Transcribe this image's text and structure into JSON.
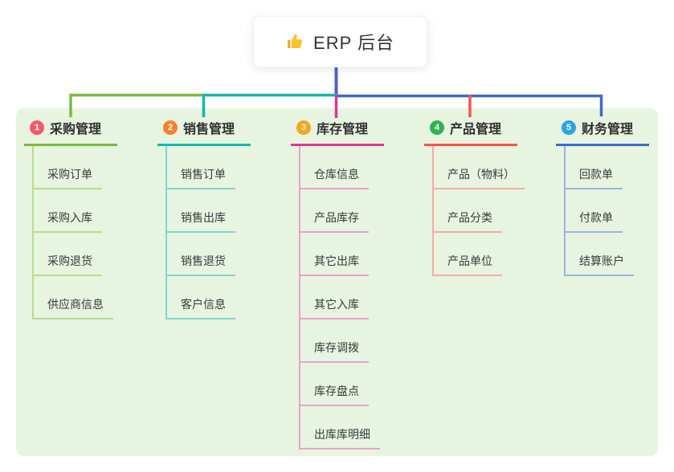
{
  "root": {
    "label": "ERP 后台",
    "icon": "thumbs-up-icon"
  },
  "colors": {
    "trunk": "#4d61cf",
    "container_bg": "#e6f4e0",
    "canvas_bg": "#ffffff",
    "text": "#333333"
  },
  "branches": [
    {
      "index": "1",
      "label": "采购管理",
      "badge_color": "#f4596b",
      "color": "#7cbb3f",
      "light_color": "#b9dc8c",
      "children": [
        "采购订单",
        "采购入库",
        "采购退货",
        "供应商信息"
      ]
    },
    {
      "index": "2",
      "label": "销售管理",
      "badge_color": "#f5812f",
      "color": "#14b8ab",
      "light_color": "#83d6cd",
      "children": [
        "销售订单",
        "销售出库",
        "销售退货",
        "客户信息"
      ]
    },
    {
      "index": "3",
      "label": "库存管理",
      "badge_color": "#f8a61c",
      "color": "#d83a92",
      "light_color": "#eda0cb",
      "children": [
        "仓库信息",
        "产品库存",
        "其它出库",
        "其它入库",
        "库存调拨",
        "库存盘点",
        "出库库明细"
      ]
    },
    {
      "index": "4",
      "label": "产品管理",
      "badge_color": "#30b353",
      "color": "#f4554c",
      "light_color": "#f9aba6",
      "children": [
        "产品（物料）",
        "产品分类",
        "产品单位"
      ]
    },
    {
      "index": "5",
      "label": "财务管理",
      "badge_color": "#2aa3e8",
      "color": "#3e6bcb",
      "light_color": "#9fb3e0",
      "children": [
        "回款单",
        "付款单",
        "结算账户"
      ]
    }
  ]
}
